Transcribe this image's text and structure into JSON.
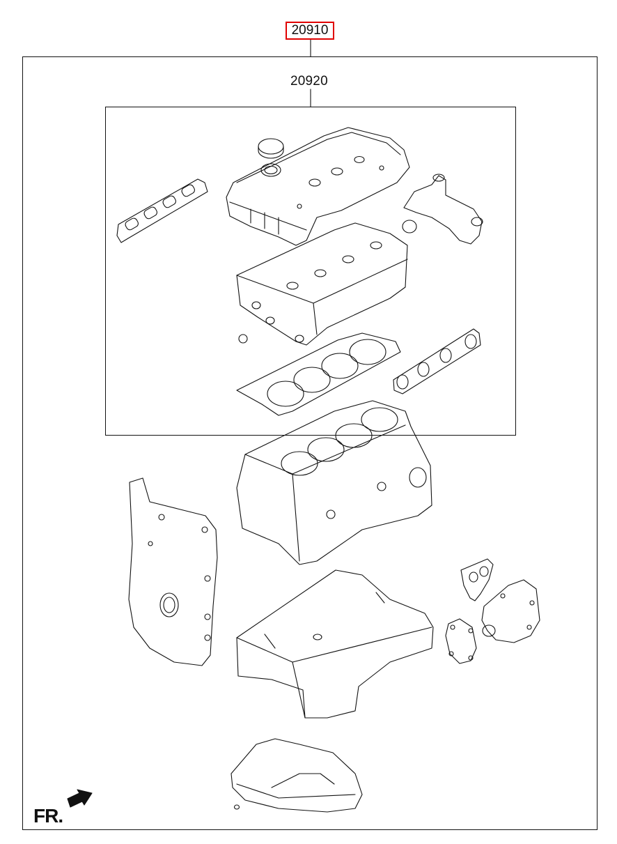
{
  "diagram": {
    "kit_part_number": "20910",
    "subkit_part_number": "20920",
    "front_label": "FR.",
    "highlight_color": "#e00000",
    "line_color": "#111111",
    "parts": [
      "valve-cover",
      "oil-filler-cap",
      "exhaust-manifold-gasket",
      "thermostat-housing",
      "cylinder-head",
      "head-gasket",
      "intake-manifold-gasket",
      "cylinder-block",
      "timing-chain-cover",
      "oil-pan-upper",
      "water-pump",
      "water-pump-gasket",
      "oil-pan-lower"
    ]
  }
}
